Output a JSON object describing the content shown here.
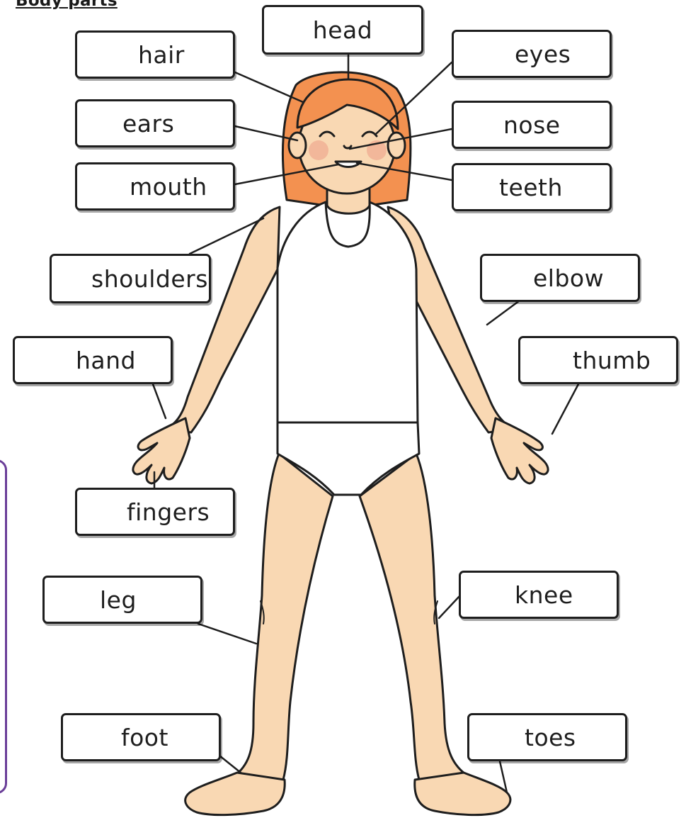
{
  "heading": "Body parts",
  "labels": {
    "head": "head",
    "hair": "hair",
    "eyes": "eyes",
    "ears": "ears",
    "nose": "nose",
    "mouth": "mouth",
    "teeth": "teeth",
    "shoulders": "shoulders",
    "elbow": "elbow",
    "hand": "hand",
    "thumb": "thumb",
    "fingers": "fingers",
    "leg": "leg",
    "knee": "knee",
    "foot": "foot",
    "toes": "toes"
  },
  "colors": {
    "skin": "#f9d8b3",
    "hair": "#f39150",
    "cheeks": "#f2b79a",
    "outline": "#1e1e1e",
    "bracket": "#6a3e98"
  }
}
